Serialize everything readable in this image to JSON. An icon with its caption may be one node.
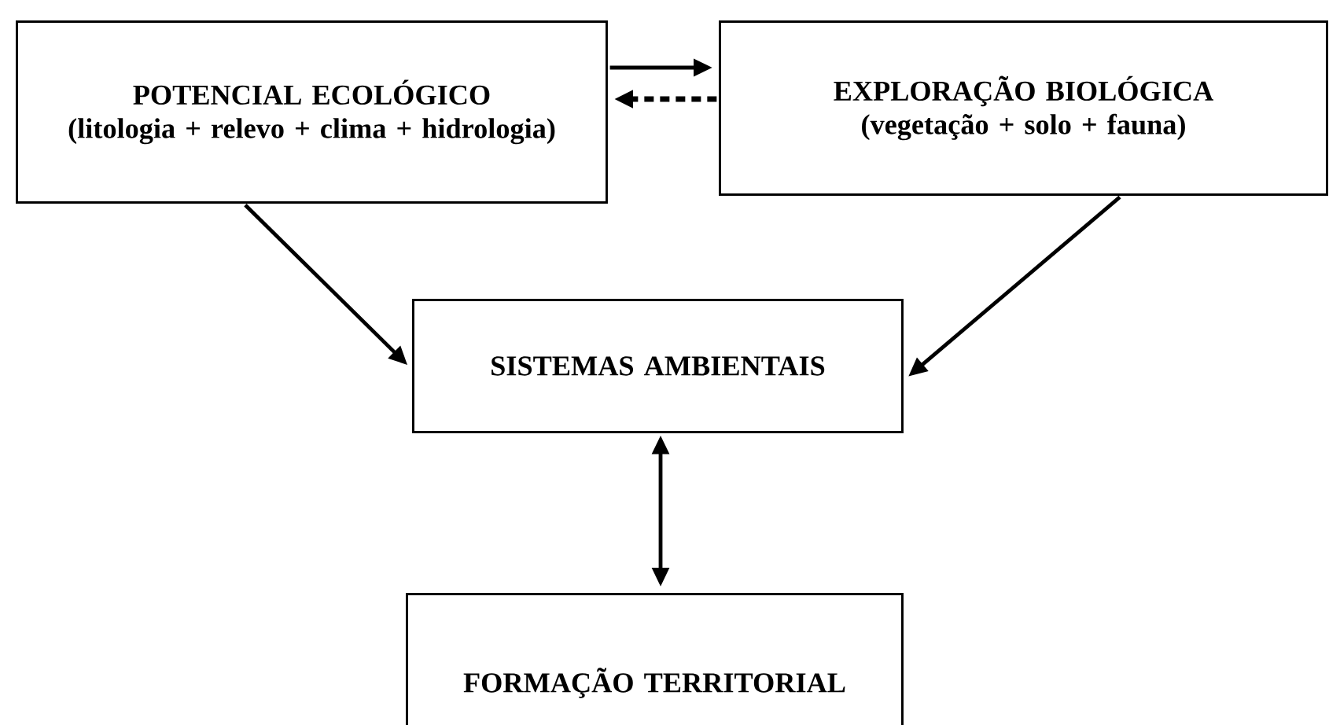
{
  "diagram": {
    "nodes": [
      {
        "text": [
          "POTENCIAL ECOLÓGICO",
          "(litologia + relevo + clima + hidrologia)"
        ]
      },
      {
        "text": [
          "EXPLORAÇÃO BIOLÓGICA",
          "(vegetação + solo + fauna)"
        ]
      },
      {
        "text": [
          "SISTEMAS AMBIENTAIS"
        ]
      },
      {
        "text": [
          "FORMAÇÃO TERRITORIAL"
        ]
      }
    ],
    "edges": [
      {
        "from": 0,
        "to": 1,
        "arrow": "to"
      },
      {
        "from": 1,
        "to": 0,
        "arrow": "to",
        "style": "dashed"
      },
      {
        "from": 0,
        "to": 2,
        "arrow": "to"
      },
      {
        "from": 1,
        "to": 2,
        "arrow": "to"
      },
      {
        "from": 2,
        "to": 3,
        "arrow": "both"
      }
    ]
  }
}
